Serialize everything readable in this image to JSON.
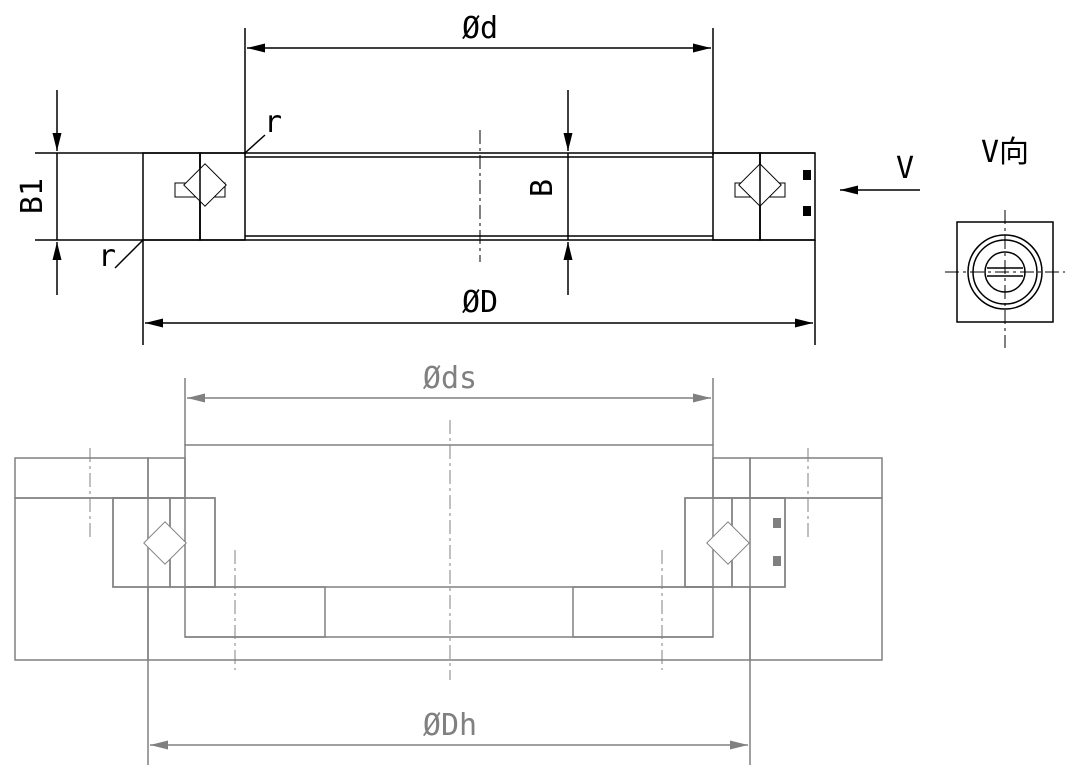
{
  "top_view": {
    "inner_diameter_label": "Ød",
    "outer_diameter_label": "ØD",
    "width_label": "B",
    "ring_width_label": "B1",
    "radius_label_top": "r",
    "radius_label_bottom": "r",
    "view_arrow_label": "V",
    "view_title": "V向"
  },
  "mounting_view": {
    "shaft_diameter_label": "Øds",
    "housing_diameter_label": "ØDh"
  },
  "colors": {
    "primary_line": "#000000",
    "secondary_line": "#808080"
  }
}
